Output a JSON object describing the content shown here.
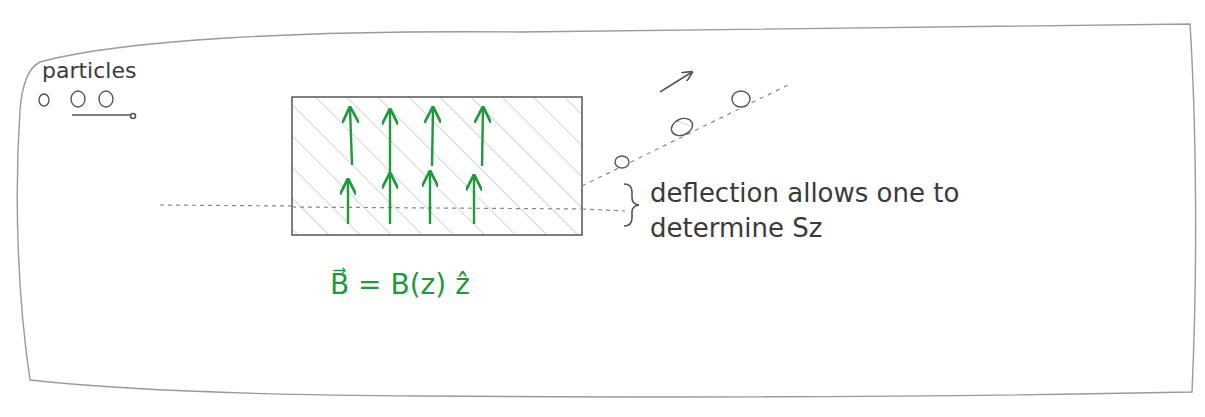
{
  "diagram": {
    "labels": [
      "particles",
      "deflection allows one to determine Sz",
      "B⃗ = B(z) ẑ"
    ]
  }
}
